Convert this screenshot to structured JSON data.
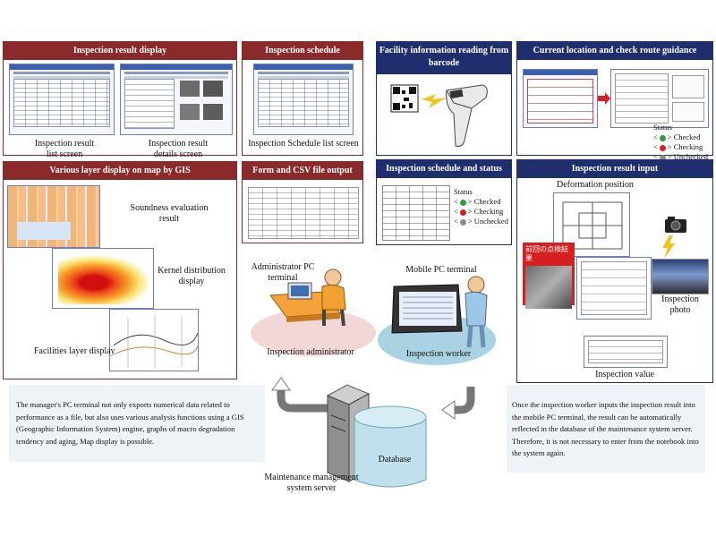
{
  "panels": {
    "inspection_result_display": {
      "title": "Inspection result display",
      "caption_list": "Inspection result list screen",
      "caption_details": "Inspection result details screen"
    },
    "inspection_schedule_management": {
      "title": "Inspection schedule management",
      "caption": "Inspection Schedule list screen"
    },
    "facility_barcode": {
      "title": "Facility information reading from barcode"
    },
    "route_guidance": {
      "title": "Current location and check route guidance",
      "status_title": "Status",
      "status": [
        "Checked",
        "Checking",
        "Unchecked"
      ]
    },
    "gis_map": {
      "title": "Various layer display on map by GIS",
      "label_soundness": "Soundness evaluation result",
      "label_kernel": "Kernel distribution display",
      "label_facilities": "Facilities layer display"
    },
    "form_csv": {
      "title": "Form and CSV file output"
    },
    "schedule_status": {
      "title": "Inspection schedule and status",
      "status_title": "Status",
      "status": [
        "Checked",
        "Checking",
        "Unchecked"
      ]
    },
    "result_input": {
      "title": "Inspection result input",
      "label_deformation": "Deformation position",
      "label_previous": "前回の点検結果",
      "label_photo": "Inspection photo",
      "label_value": "Inspection value"
    }
  },
  "center": {
    "admin_terminal_label": "Administrator PC terminal",
    "admin_label": "Inspection administrator",
    "mobile_terminal_label": "Mobile PC terminal",
    "worker_label": "Inspection worker",
    "server_label": "Maintenance management system server",
    "database_label": "Database"
  },
  "descriptions": {
    "left": "The manager's PC terminal not only exports numerical data related to performance as a file, but also uses various analysis functions using a GIS (Geographic Information System) engine, graphs of macro degradation tendency and aging, Map display is possible.",
    "right": "Once the inspection worker inputs the inspection result into the mobile PC terminal, the result can be automatically reflected in the database of the maintenance system server. Therefore, it is not necessary to enter from the notebook into the system again."
  },
  "colors": {
    "red_header": "#8b2a2a",
    "blue_header": "#1f2f6e",
    "status_checked": "#2e9b3a",
    "status_checking": "#d62020",
    "status_unchecked": "#8a8a8a",
    "admin_ellipse": "#f3d6d6",
    "worker_ellipse": "#a9d3e3",
    "database": "#bfe0ec"
  }
}
